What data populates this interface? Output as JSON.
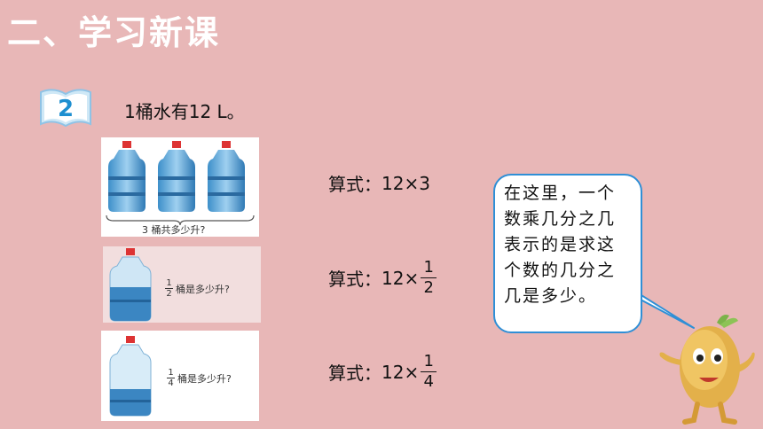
{
  "header": {
    "title": "二、学习新课"
  },
  "example": {
    "number": "2",
    "problem": "1桶水有12 L。"
  },
  "panels": [
    {
      "caption": "3 桶共多少升?"
    },
    {
      "caption_frac": {
        "num": "1",
        "den": "2"
      },
      "caption_text": "桶是多少升?"
    },
    {
      "caption_frac": {
        "num": "1",
        "den": "4"
      },
      "caption_text": "桶是多少升?"
    }
  ],
  "formulas": [
    {
      "label": "算式：",
      "expr": "12×3"
    },
    {
      "label": "算式：",
      "expr": "12×",
      "frac": {
        "num": "1",
        "den": "2"
      }
    },
    {
      "label": "算式：",
      "expr": "12×",
      "frac": {
        "num": "1",
        "den": "4"
      }
    }
  ],
  "bubble": {
    "text": "在这里，一个数乘几分之几表示的是求这个数的几分之几是多少。"
  },
  "colors": {
    "background": "#e8b7b7",
    "bubble_border": "#2f8fd6",
    "badge": "#1e8fd0"
  }
}
